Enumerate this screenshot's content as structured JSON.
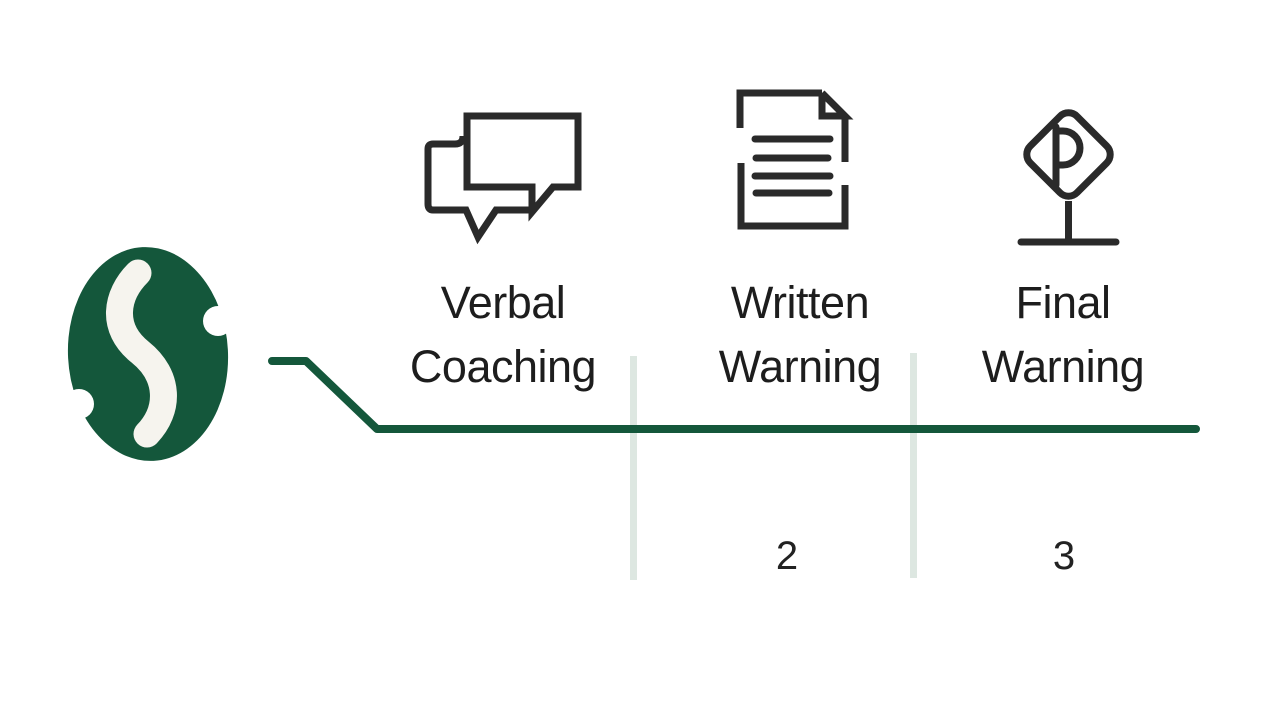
{
  "page": {
    "background": "#ffffff"
  },
  "colors": {
    "brand_green": "#14573b",
    "divider_line": "#dde7e1",
    "icon_stroke": "#2a2a2a",
    "label_text": "#1d1d1d",
    "logo_s": "#f6f4ee"
  },
  "logo": {
    "name": "s-leaf-logo"
  },
  "stages": [
    {
      "icon": "chat-bubbles-icon",
      "label": [
        "Verbal",
        "Coaching"
      ]
    },
    {
      "icon": "document-icon",
      "label": [
        "Written",
        "Warning"
      ],
      "number": "2"
    },
    {
      "icon": "parking-sign-icon",
      "label": [
        "Final",
        "Warning"
      ],
      "number": "3"
    }
  ]
}
